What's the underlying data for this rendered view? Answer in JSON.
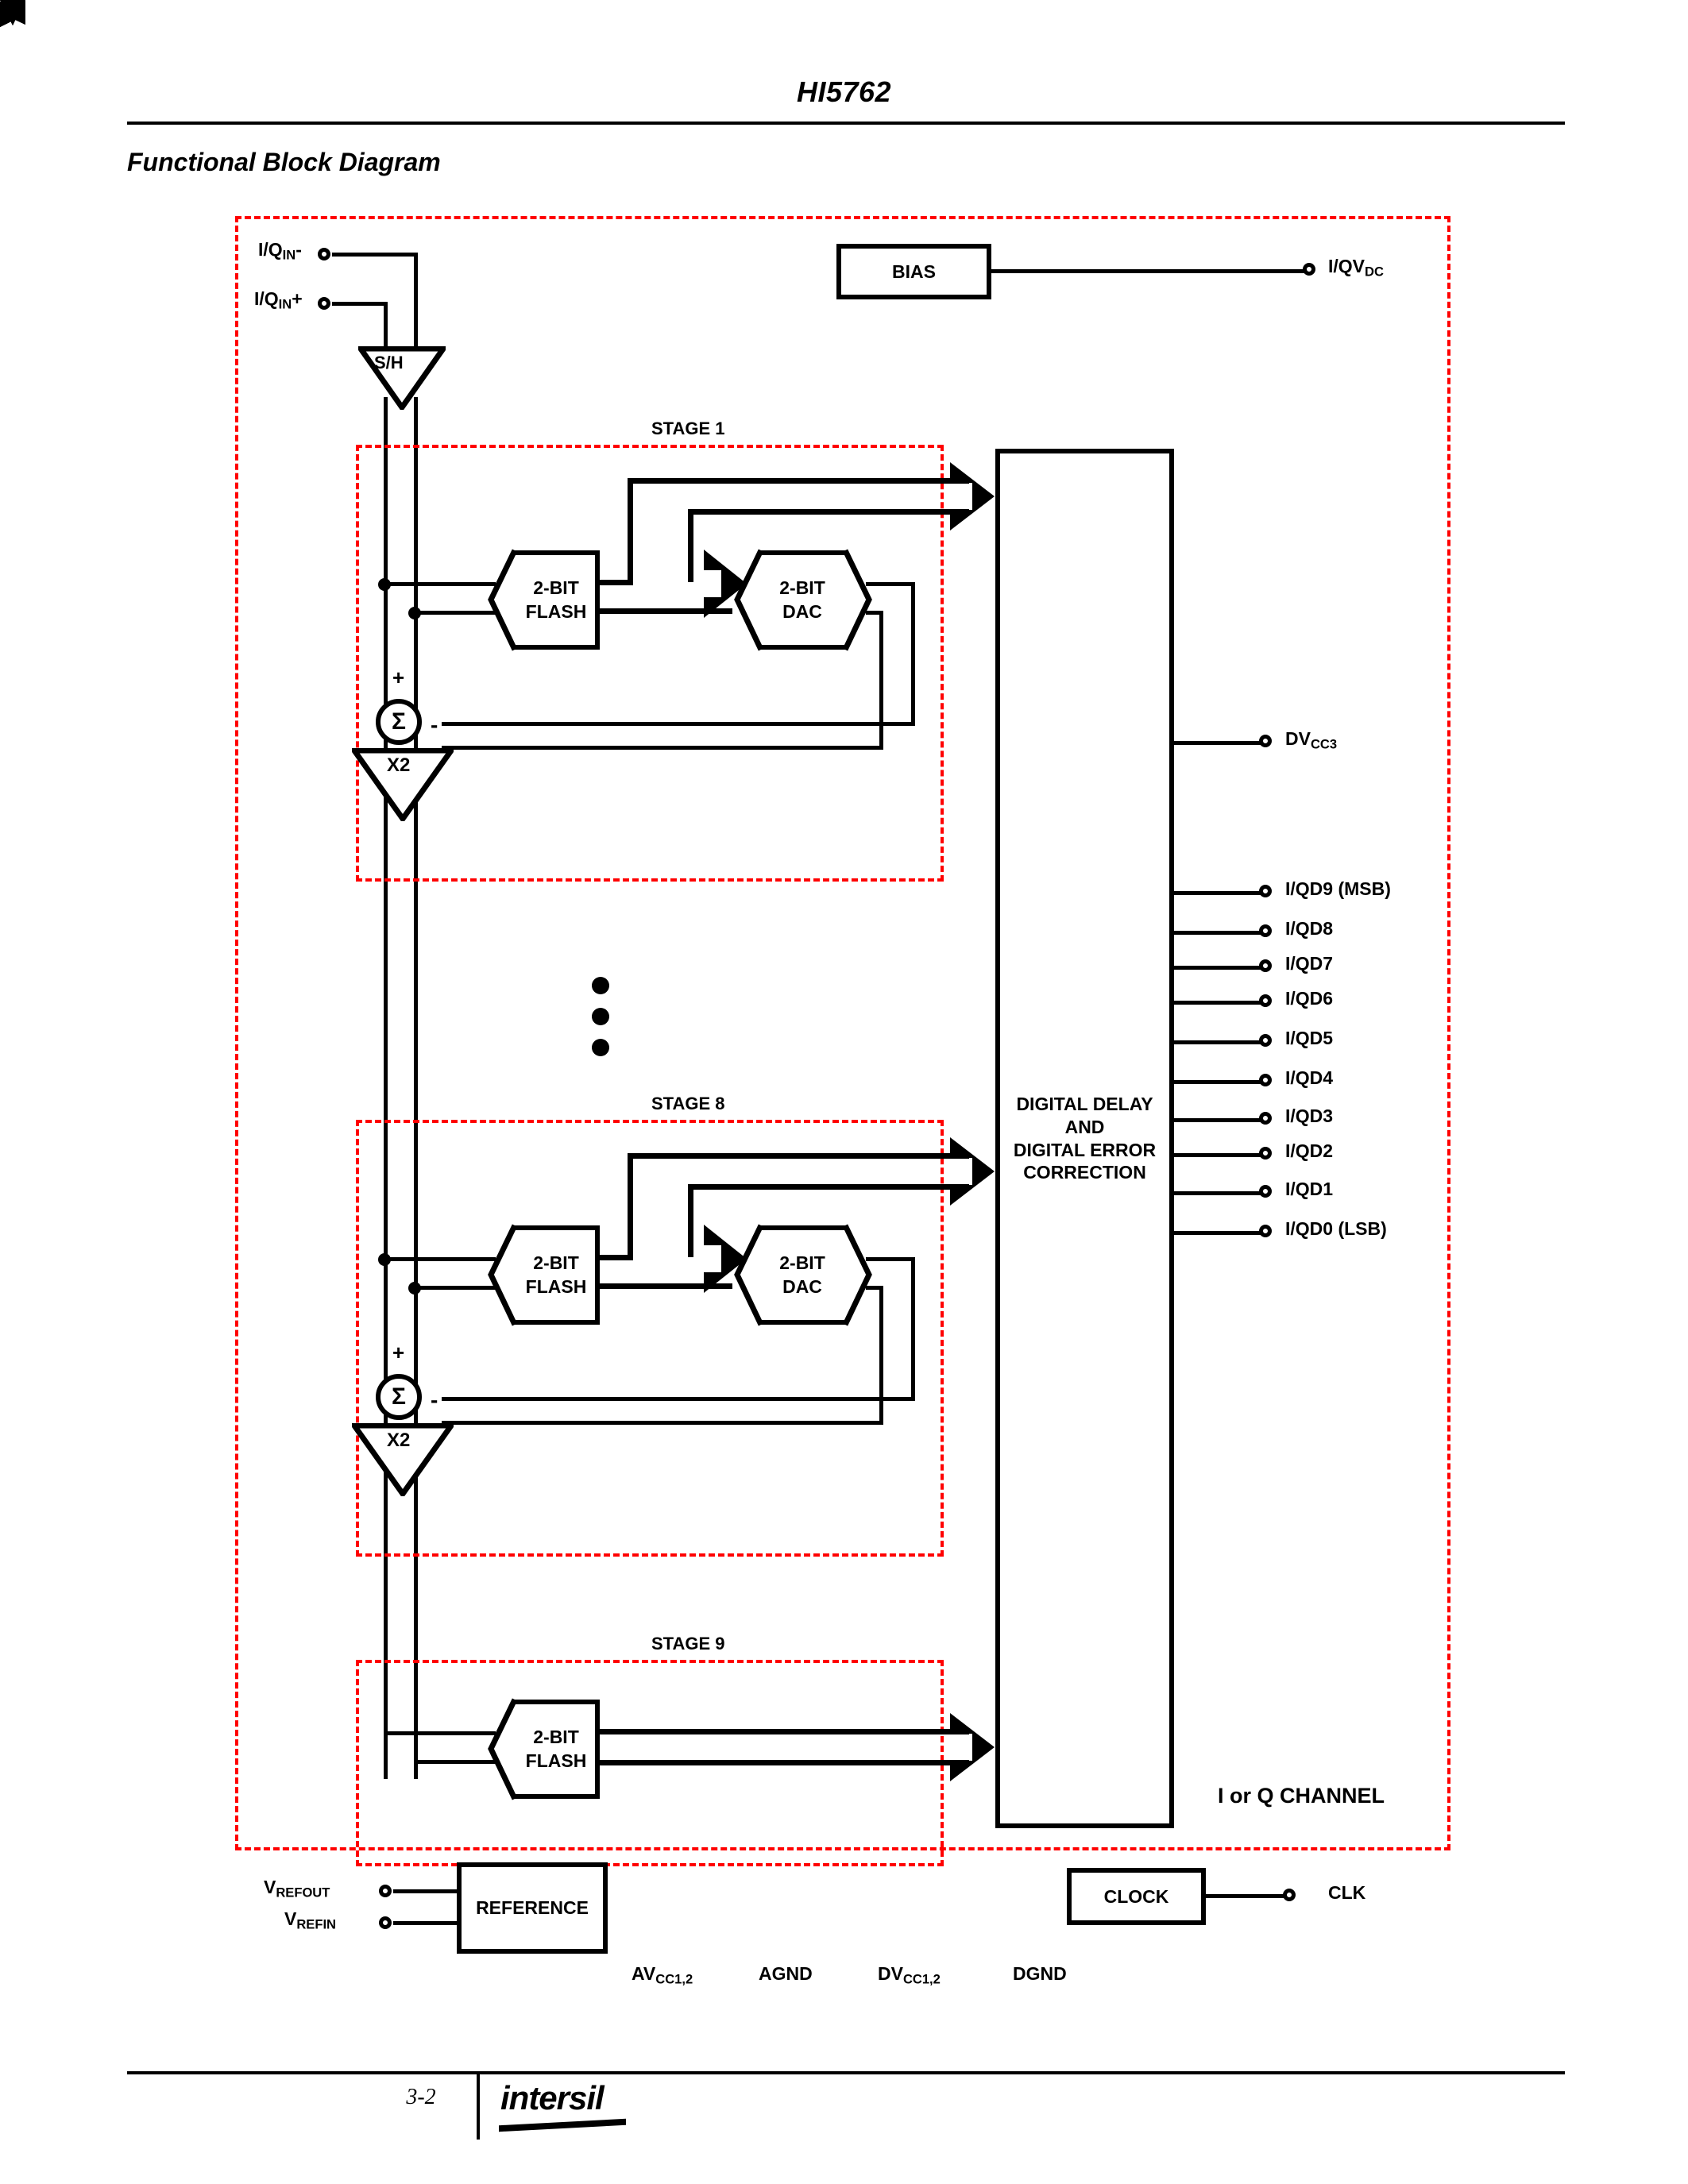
{
  "document": {
    "title": "HI5762",
    "section_title": "Functional Block Diagram",
    "page_number": "3-2",
    "brand": "intersil"
  },
  "diagram": {
    "channel_label": "I or Q CHANNEL",
    "inputs": [
      {
        "id": "iq-in-minus",
        "label_main": "I/Q",
        "label_sub": "IN",
        "label_tail": "-"
      },
      {
        "id": "iq-in-plus",
        "label_main": "I/Q",
        "label_sub": "IN",
        "label_tail": "+"
      }
    ],
    "blocks": {
      "bias": "BIAS",
      "sample_hold": "S/H",
      "gain": "X2",
      "flash": "2-BIT\nFLASH",
      "flash_line1": "2-BIT",
      "flash_line2": "FLASH",
      "dac_line1": "2-BIT",
      "dac_line2": "DAC",
      "digital": "DIGITAL DELAY\nAND\nDIGITAL ERROR\nCORRECTION",
      "digital_line1": "DIGITAL DELAY",
      "digital_line2": "AND",
      "digital_line3": "DIGITAL ERROR",
      "digital_line4": "CORRECTION",
      "reference": "REFERENCE",
      "clock": "CLOCK"
    },
    "stage_labels": [
      "STAGE 1",
      "STAGE 8",
      "STAGE 9"
    ],
    "sum_signs": {
      "plus": "+",
      "minus": "-"
    },
    "sum_symbol": "Σ",
    "bias_output": {
      "main": "I/QV",
      "sub": "DC"
    },
    "power_pin": {
      "main": "DV",
      "sub": "CC3"
    },
    "data_outputs": [
      {
        "label": "I/QD9 (MSB)"
      },
      {
        "label": "I/QD8"
      },
      {
        "label": "I/QD7"
      },
      {
        "label": "I/QD6"
      },
      {
        "label": "I/QD5"
      },
      {
        "label": "I/QD4"
      },
      {
        "label": "I/QD3"
      },
      {
        "label": "I/QD2"
      },
      {
        "label": "I/QD1"
      },
      {
        "label": "I/QD0 (LSB)"
      }
    ],
    "reference_pins": [
      {
        "main": "V",
        "sub": "REFOUT"
      },
      {
        "main": "V",
        "sub": "REFIN"
      }
    ],
    "clock_pin": "CLK",
    "supply_labels": [
      {
        "main": "AV",
        "sub": "CC1,2"
      },
      {
        "main": "AGND",
        "sub": ""
      },
      {
        "main": "DV",
        "sub": "CC1,2"
      },
      {
        "main": "DGND",
        "sub": ""
      }
    ],
    "colors": {
      "boundary": "#ff0000",
      "ink": "#000000",
      "paper": "#ffffff"
    }
  }
}
